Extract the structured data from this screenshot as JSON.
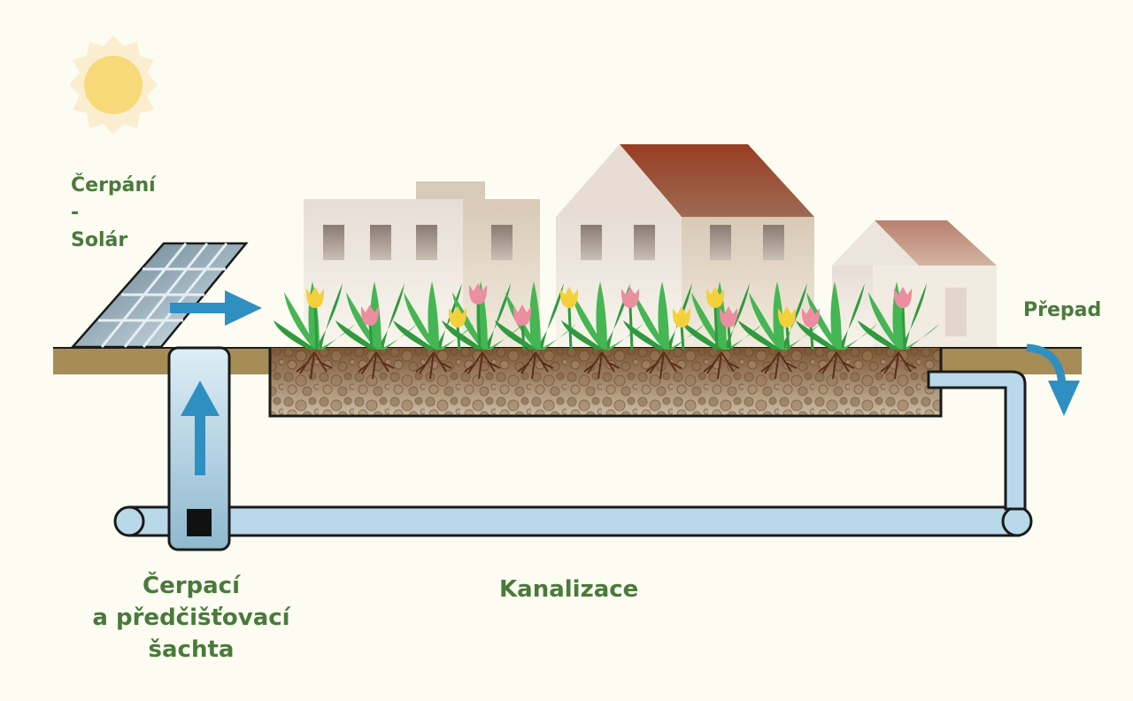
{
  "labels": {
    "pumping_line1": "Čerpání",
    "pumping_line2": "-",
    "pumping_line3": "Solár",
    "overflow": "Přepad",
    "shaft_line1": "Čerpací",
    "shaft_line2": "a předčišťovací",
    "shaft_line3": "šachta",
    "sewer": "Kanalizace"
  },
  "icons": [
    "sun-icon",
    "solar-panel-icon",
    "flow-arrow-icon",
    "up-arrow-icon",
    "overflow-arrow-icon",
    "house-icon",
    "tulip-icon"
  ],
  "colors": {
    "background": "#fcfcf3",
    "label_green": "#4a7a3a",
    "arrow_blue": "#2f8fc1",
    "pipe_blue": "#b9d8ea",
    "ground": "#a78c55",
    "soil": "#6b4a2c",
    "roof": "#9a4a33",
    "sun": "#f7d979",
    "leaf_green": "#3aa54a",
    "tulip_yellow": "#f4d03a",
    "tulip_pink": "#ea8ea0"
  }
}
